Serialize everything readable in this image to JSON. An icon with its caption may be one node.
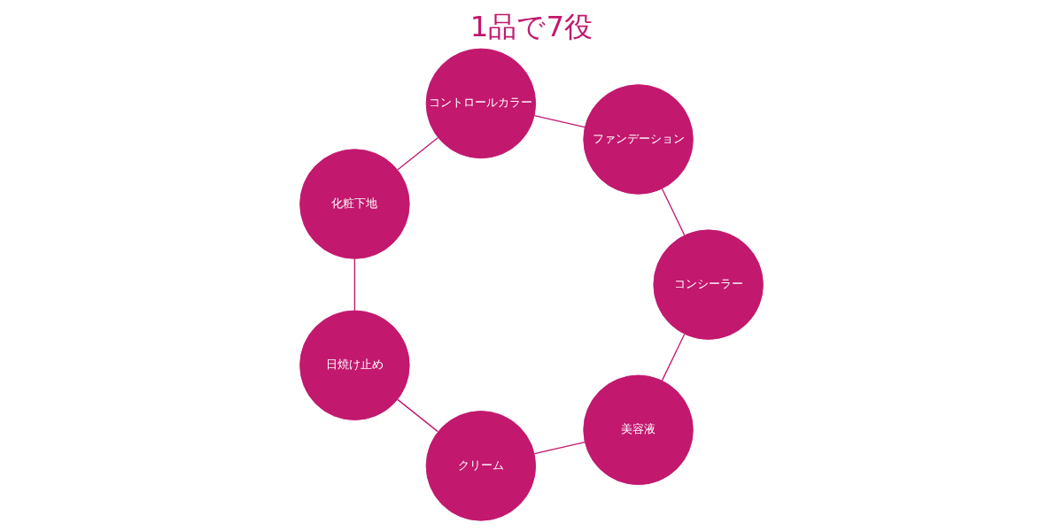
{
  "diagram": {
    "title": "1品で7役",
    "nodes": [
      {
        "text": [
          "美容液"
        ]
      },
      {
        "text": [
          "クリーム"
        ]
      },
      {
        "text": [
          "日焼け止め"
        ]
      },
      {
        "text": [
          "化粧下地"
        ]
      },
      {
        "text": [
          "コントロールカラー"
        ]
      },
      {
        "text": [
          "ファンデーション"
        ]
      },
      {
        "text": [
          "コンシーラー"
        ]
      }
    ],
    "edges": [
      {
        "from": 0,
        "to": 1,
        "arrow": "none"
      },
      {
        "from": 1,
        "to": 2,
        "arrow": "none"
      },
      {
        "from": 2,
        "to": 3,
        "arrow": "none"
      },
      {
        "from": 3,
        "to": 4,
        "arrow": "none"
      },
      {
        "from": 4,
        "to": 5,
        "arrow": "none"
      },
      {
        "from": 5,
        "to": 6,
        "arrow": "none"
      },
      {
        "from": 6,
        "to": 0,
        "arrow": "none"
      }
    ]
  }
}
